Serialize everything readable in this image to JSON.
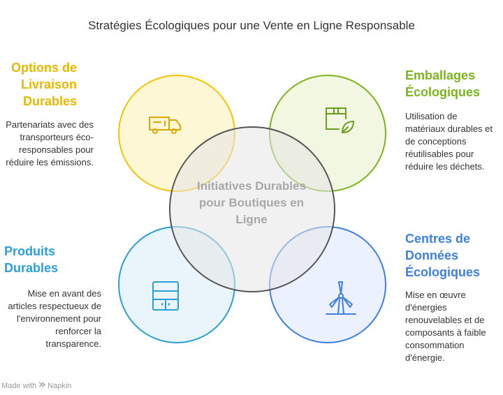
{
  "title": "Stratégies Écologiques pour une Vente en Ligne Responsable",
  "center": {
    "label": "Initiatives Durables pour Boutiques en Ligne"
  },
  "items": [
    {
      "key": "livraison",
      "heading": "Options de Livraison Durables",
      "description": "Partenariats avec des transporteurs éco-responsables pour réduire les émissions.",
      "icon": "delivery-truck-icon",
      "color": "#f5c400"
    },
    {
      "key": "emballages",
      "heading": "Emballages Écologiques",
      "description": "Utilisation de matériaux durables et de conceptions réutilisables pour réduire les déchets.",
      "icon": "eco-package-icon",
      "color": "#7ab51d"
    },
    {
      "key": "produits",
      "heading": "Produits Durables",
      "description": "Mise en avant des articles respectueux de l'environnement pour renforcer la transparence.",
      "icon": "cabinet-icon",
      "color": "#2a9fd6"
    },
    {
      "key": "donnees",
      "heading": "Centres de Données Écologiques",
      "description": "Mise en œuvre d'énergies renouvelables et de composants à faible consommation d'énergie.",
      "icon": "wind-turbine-icon",
      "color": "#3f7fe0"
    }
  ],
  "footer": {
    "made_with": "Made with",
    "brand": "Napkin",
    "icon": "napkin-logo-icon"
  }
}
